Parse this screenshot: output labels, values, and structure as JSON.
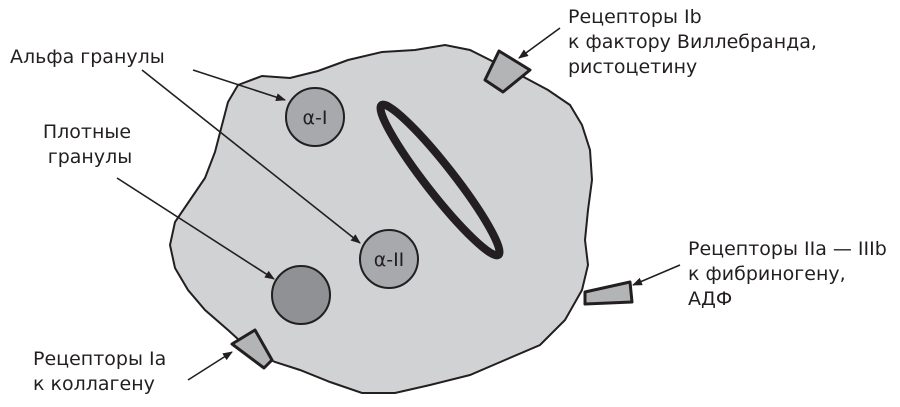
{
  "colors": {
    "cell_fill": "#d1d2d4",
    "outline": "#231f20",
    "granule_alpha": "#a7a9ac",
    "granule_dense": "#8f9194",
    "receptor_fill": "#b2b4b6"
  },
  "granules": {
    "alpha1": "α-I",
    "alpha2": "α-II"
  },
  "labels": {
    "alpha_granules": "Альфа гранулы",
    "dense_granules": [
      "Плотные",
      "гранулы"
    ],
    "receptor_ib": [
      "Рецепторы Ib",
      "к фактору Виллебранда,",
      "ристоцетину"
    ],
    "receptor_iia_iiib": [
      "Рецепторы IIa — IIIb",
      "к фибриногену,",
      "АДФ"
    ],
    "receptor_ia": [
      "Рецепторы Ia",
      "к коллагену"
    ]
  },
  "icons": {
    "open_canalicular_system": "ellipse-ring-icon",
    "receptor": "trapezoid-receptor-icon"
  }
}
